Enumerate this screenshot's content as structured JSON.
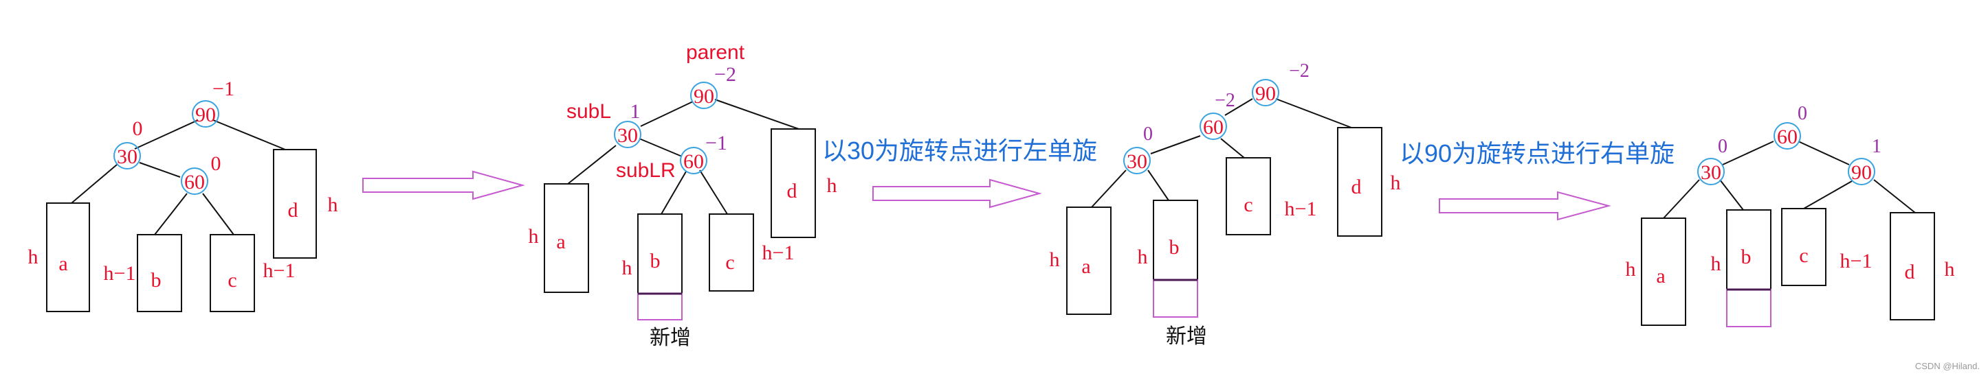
{
  "colors": {
    "red": "#e8112d",
    "purple": "#9b2fa6",
    "blue": "#1f6fd6",
    "cyan": "#3aa3e0",
    "black": "#111111",
    "arrow": "#c65bd0",
    "darkline": "#4b1a55",
    "watermark": "#9a9a9a"
  },
  "stage1": {
    "node90": "90",
    "node30": "30",
    "node60": "60",
    "bf90": "−1",
    "bf30": "0",
    "bf60": "0",
    "box_a": "a",
    "box_b": "b",
    "box_c": "c",
    "box_d": "d",
    "h_a": "h",
    "h_b": "h−1",
    "h_c": "h−1",
    "h_d": "h"
  },
  "stage2": {
    "parent_label": "parent",
    "subL_label": "subL",
    "subLR_label": "subLR",
    "node90": "90",
    "node30": "30",
    "node60": "60",
    "bf90": "−2",
    "bf30": "1",
    "bf60": "−1",
    "box_a": "a",
    "box_b": "b",
    "box_c": "c",
    "box_d": "d",
    "h_a": "h",
    "h_b": "h",
    "h_c": "h−1",
    "h_d": "h",
    "new_label": "新增"
  },
  "arrow2_text": "以30为旋转点进行左单旋",
  "stage3": {
    "node90": "90",
    "node60": "60",
    "node30": "30",
    "bf90": "−2",
    "bf60": "−2",
    "bf30": "0",
    "box_a": "a",
    "box_b": "b",
    "box_c": "c",
    "box_d": "d",
    "h_a": "h",
    "h_b": "h",
    "h_c": "h−1",
    "h_d": "h",
    "new_label": "新增"
  },
  "arrow3_text": "以90为旋转点进行右单旋",
  "stage4": {
    "node60": "60",
    "node30": "30",
    "node90": "90",
    "bf60": "0",
    "bf30": "0",
    "bf90": "1",
    "box_a": "a",
    "box_b": "b",
    "box_c": "c",
    "box_d": "d",
    "h_a": "h",
    "h_b": "h",
    "h_c": "h−1",
    "h_d": "h"
  },
  "watermark": "CSDN @Hiland."
}
